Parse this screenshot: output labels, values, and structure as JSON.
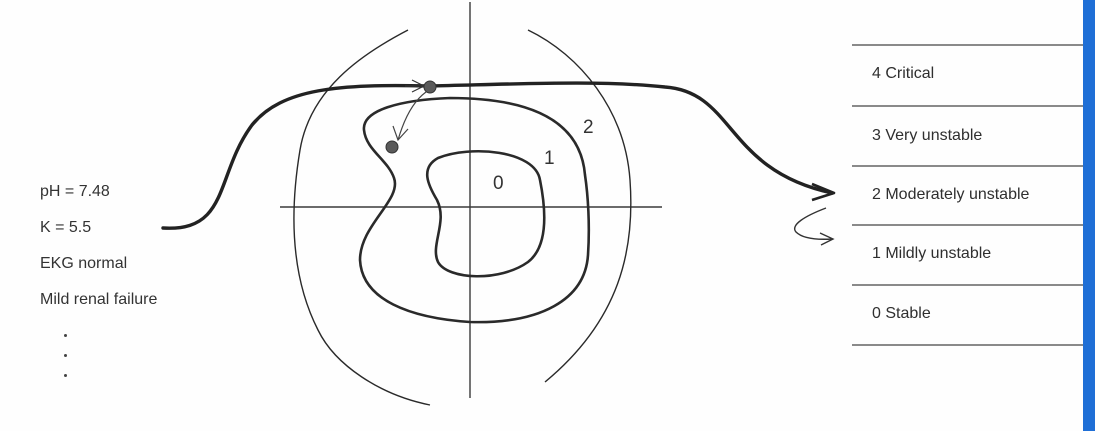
{
  "findings": [
    "pH = 7.48",
    "K = 5.5",
    "EKG normal",
    "Mild renal failure"
  ],
  "continuation_dots": 3,
  "contour_labels": [
    "0",
    "1",
    "2"
  ],
  "severity_scale": [
    {
      "label": "4 Critical"
    },
    {
      "label": "3 Very unstable"
    },
    {
      "label": "2 Moderately unstable"
    },
    {
      "label": "1 Mildly unstable"
    },
    {
      "label": "0 Stable"
    }
  ],
  "colors": {
    "ink": "#2a2a2a",
    "point": "#555555",
    "edge_bar": "#1f6fd6"
  }
}
